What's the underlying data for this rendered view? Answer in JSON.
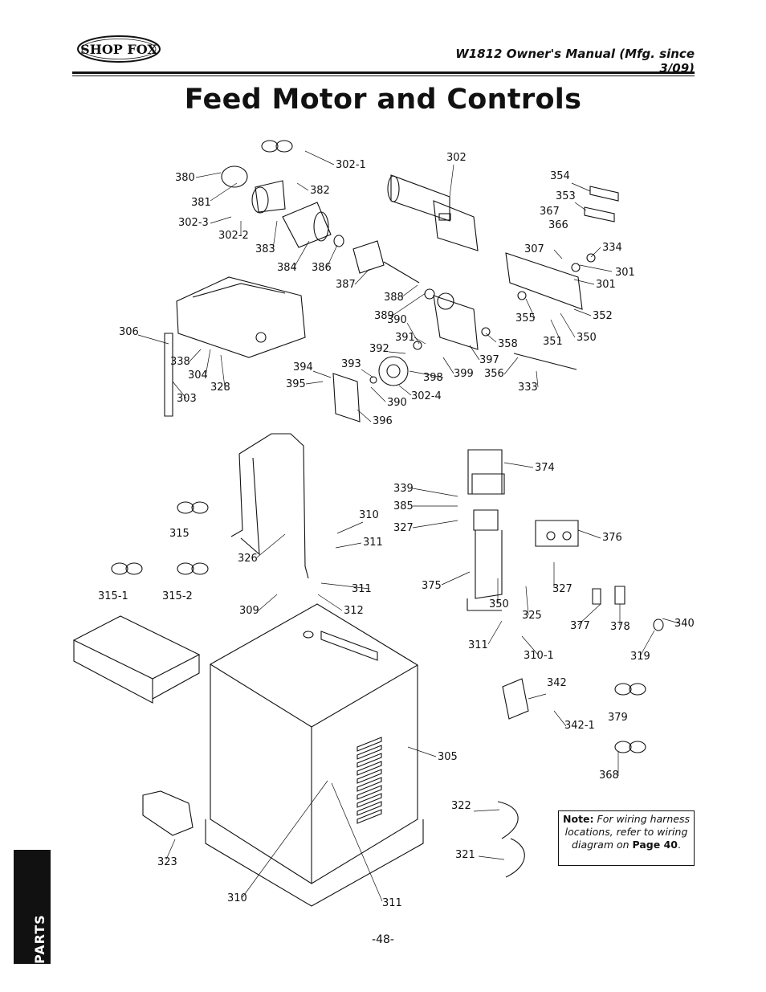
{
  "header": {
    "logo_text": "SHOP FOX",
    "title": "W1812 Owner's Manual (Mfg. since 3/09)"
  },
  "page_title": "Feed Motor and Controls",
  "part_labels": [
    "302-1",
    "302",
    "380",
    "382",
    "381",
    "354",
    "353",
    "302-3",
    "302-2",
    "367",
    "366",
    "383",
    "384",
    "386",
    "307",
    "334",
    "301",
    "301",
    "387",
    "388",
    "389",
    "390",
    "355",
    "352",
    "306",
    "391",
    "351",
    "350",
    "358",
    "392",
    "338",
    "304",
    "328",
    "397",
    "399",
    "356",
    "398",
    "333",
    "303",
    "394",
    "393",
    "395",
    "302-4",
    "390",
    "396",
    "374",
    "339",
    "385",
    "327",
    "310",
    "315",
    "311",
    "376",
    "326",
    "375",
    "327",
    "350",
    "315-1",
    "315-2",
    "311",
    "309",
    "312",
    "325",
    "377",
    "378",
    "340",
    "311",
    "310-1",
    "319",
    "342",
    "379",
    "342-1",
    "305",
    "368",
    "322",
    "321",
    "323",
    "310",
    "311"
  ],
  "note": {
    "label": "Note:",
    "text": "For wiring harness locations, refer to wiring diagram on",
    "page_ref": "Page 40"
  },
  "side_tab": "PARTS",
  "page_number": "-48-"
}
